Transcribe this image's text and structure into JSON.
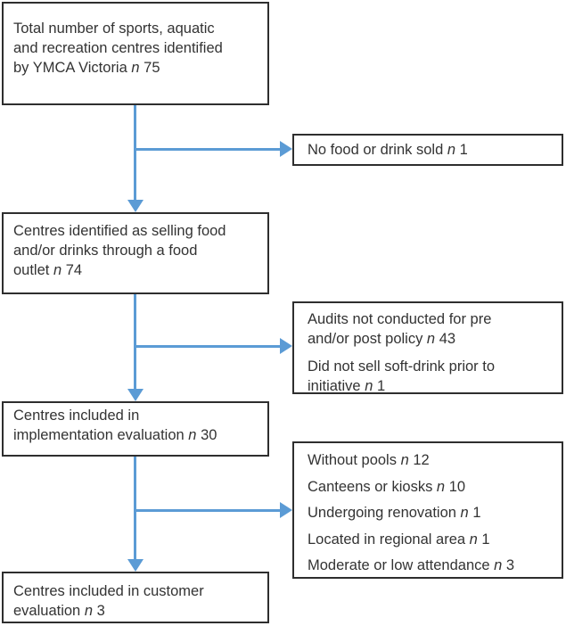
{
  "colors": {
    "arrow": "#5b9bd5",
    "box_border": "#2e2e2e",
    "text": "#333333",
    "background": "#ffffff"
  },
  "boxes": {
    "main": [
      {
        "lines": [
          {
            "text": "Total number of sports, aquatic"
          },
          {
            "text": "and recreation centres identified"
          },
          {
            "text": "by YMCA Victoria",
            "n": "n",
            "value": "75"
          }
        ]
      },
      {
        "lines": [
          {
            "text": "Centres identified as selling food"
          },
          {
            "text": "and/or drinks through a food"
          },
          {
            "text": "outlet",
            "n": "n",
            "value": "74"
          }
        ]
      },
      {
        "lines": [
          {
            "text": "Centres included in"
          },
          {
            "text": "implementation evaluation",
            "n": "n",
            "value": "30"
          }
        ]
      },
      {
        "lines": [
          {
            "text": "Centres included in customer"
          },
          {
            "text": "evaluation",
            "n": "n",
            "value": "3"
          }
        ]
      }
    ],
    "side": [
      {
        "lines": [
          {
            "text": "No food or drink sold",
            "n": "n",
            "value": "1"
          }
        ]
      },
      {
        "lines": [
          {
            "text": "Audits not conducted for pre"
          },
          {
            "text": "and/or post policy",
            "n": "n",
            "value": "43"
          },
          {
            "text": "Did not sell soft-drink prior to"
          },
          {
            "text": "initiative",
            "n": "n",
            "value": "1"
          }
        ]
      },
      {
        "lines": [
          {
            "text": "Without pools",
            "n": "n",
            "value": "12"
          },
          {
            "text": "Canteens or kiosks",
            "n": "n",
            "value": "10"
          },
          {
            "text": "Undergoing renovation",
            "n": "n",
            "value": "1"
          },
          {
            "text": "Located in regional area",
            "n": "n",
            "value": "1"
          },
          {
            "text": "Moderate or low attendance",
            "n": "n",
            "value": "3"
          }
        ]
      }
    ]
  }
}
